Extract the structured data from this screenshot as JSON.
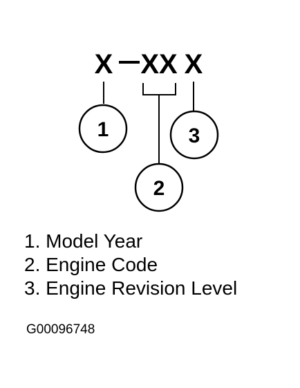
{
  "code_format": {
    "char_1": "X",
    "char_2": "XX",
    "char_3": "X",
    "separator": "—"
  },
  "callouts": [
    {
      "number": "1"
    },
    {
      "number": "2"
    },
    {
      "number": "3"
    }
  ],
  "legend": [
    {
      "text": "1. Model Year"
    },
    {
      "text": "2. Engine Code"
    },
    {
      "text": "3. Engine Revision Level"
    }
  ],
  "figure_id": "G00096748"
}
